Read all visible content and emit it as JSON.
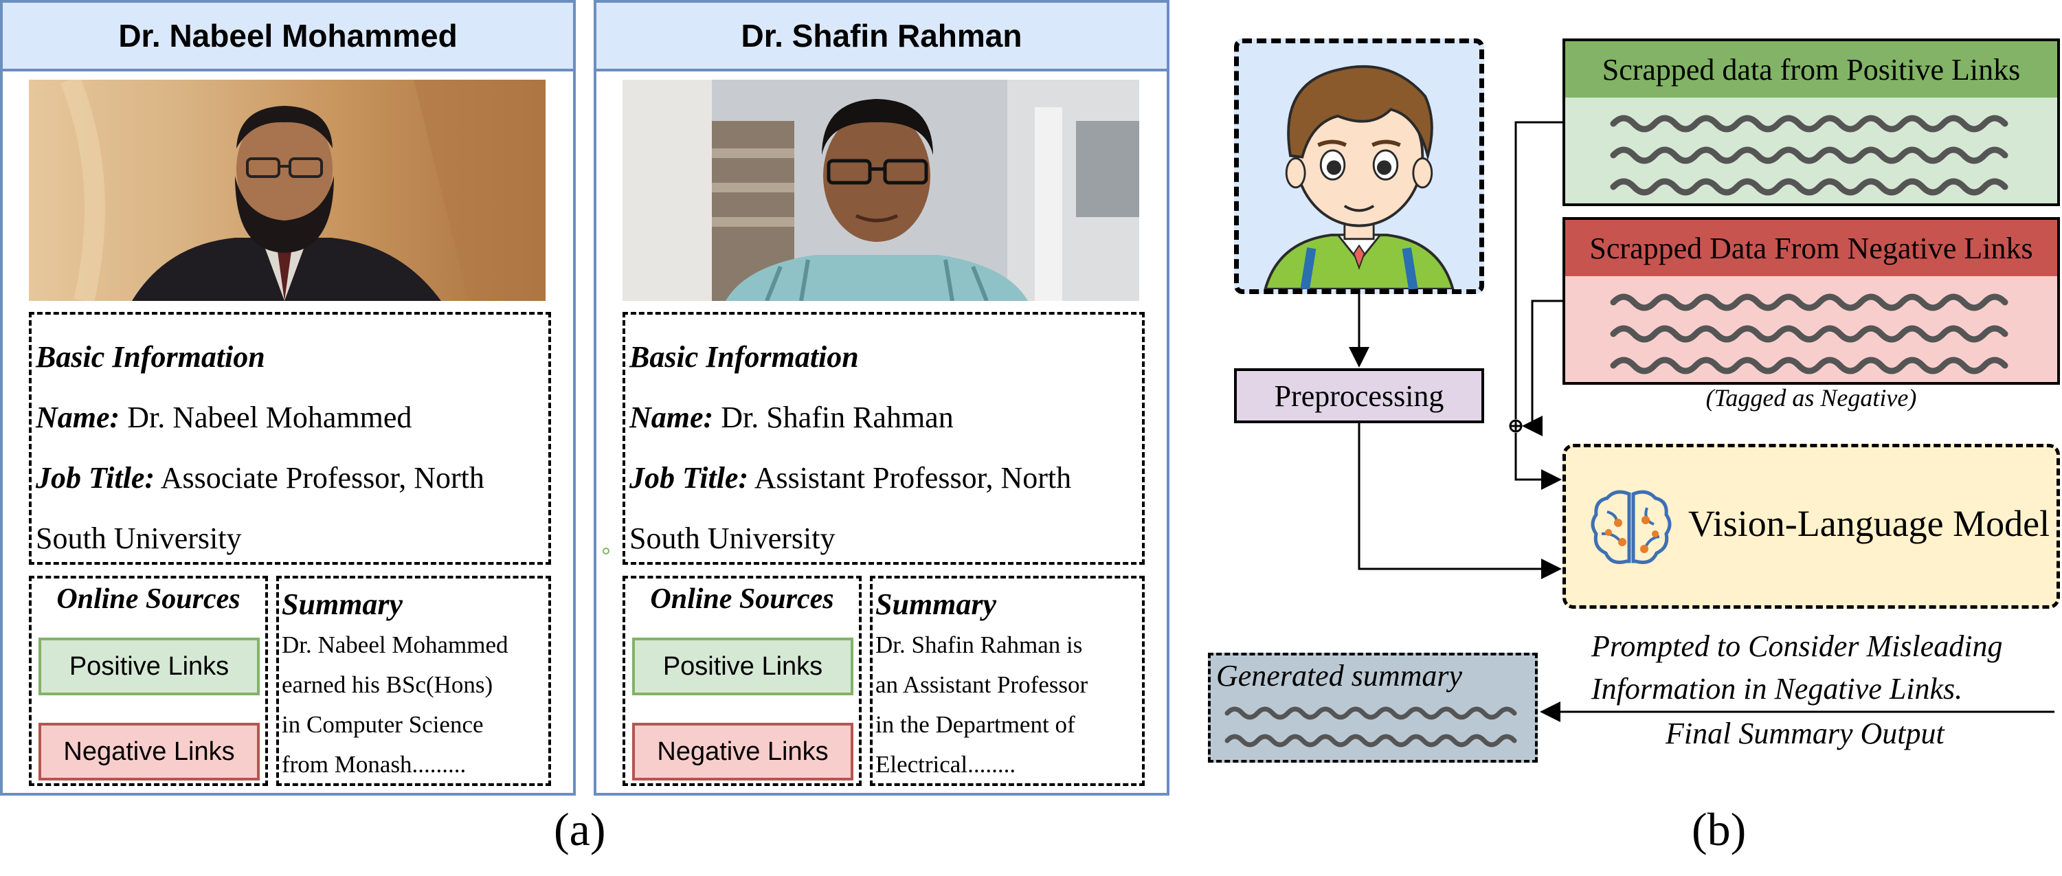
{
  "panel_a": {
    "label": "(a)",
    "cards": [
      {
        "header": "Dr. Nabeel Mohammed",
        "basic_info_title": "Basic Information",
        "name_label": "Name:",
        "name_value": "Dr. Nabeel Mohammed",
        "job_label": "Job Title:",
        "job_value_line1": "Associate Professor, North",
        "job_value_line2": "South University",
        "online_sources_title": "Online Sources",
        "positive_links": "Positive Links",
        "negative_links": "Negative Links",
        "summary_title": "Summary",
        "summary_lines": [
          "Dr. Nabeel Mohammed",
          "earned his BSc(Hons)",
          "in Computer Science",
          "from Monash........."
        ]
      },
      {
        "header": "Dr. Shafin Rahman",
        "basic_info_title": "Basic Information",
        "name_label": "Name:",
        "name_value": "Dr. Shafin Rahman",
        "job_label": "Job Title:",
        "job_value_line1": "Assistant Professor, North",
        "job_value_line2": "South University",
        "online_sources_title": "Online Sources",
        "positive_links": "Positive Links",
        "negative_links": "Negative Links",
        "summary_title": "Summary",
        "summary_lines": [
          "Dr. Shafin Rahman is",
          "an Assistant Professor",
          "in the Department of",
          "Electrical........"
        ]
      }
    ]
  },
  "panel_b": {
    "label": "(b)",
    "preprocessing": "Preprocessing",
    "positive_data_title": "Scrapped data from Positive Links",
    "negative_data_title": "Scrapped Data From Negative Links",
    "negative_tag": "(Tagged as Negative)",
    "vlm_title": "Vision-Language Model",
    "prompt_line1": "Prompted to Consider Misleading",
    "prompt_line2": "Information in Negative Links.",
    "final_output": "Final Summary Output",
    "generated_summary": "Generated summary"
  },
  "colors": {
    "header_fill": "#dae8fc",
    "card_border": "#6c8ebf",
    "positive_fill": "#d5e8d4",
    "positive_border": "#82b366",
    "negative_fill": "#f8cecc",
    "negative_border": "#b85450",
    "preprocessing_fill": "#e1d5e7",
    "vlm_fill": "#fff2cc",
    "generated_fill": "#bac8d3"
  }
}
